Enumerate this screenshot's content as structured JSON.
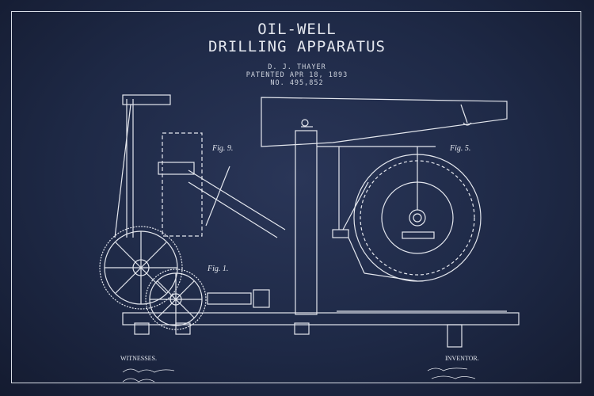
{
  "title": {
    "line1": "OIL-WELL",
    "line2": "DRILLING APPARATUS"
  },
  "inventor_name": "D. J. THAYER",
  "patent_date": "PATENTED APR 18, 1893",
  "patent_number": "NO. 495,852",
  "figures": {
    "fig9": "Fig. 9.",
    "fig5": "Fig. 5.",
    "fig1": "Fig. 1."
  },
  "footer": {
    "witnesses": "WITNESSES.",
    "inventor": "INVENTOR."
  },
  "colors": {
    "background": "#1e2946",
    "ink": "#e4e7ee"
  }
}
